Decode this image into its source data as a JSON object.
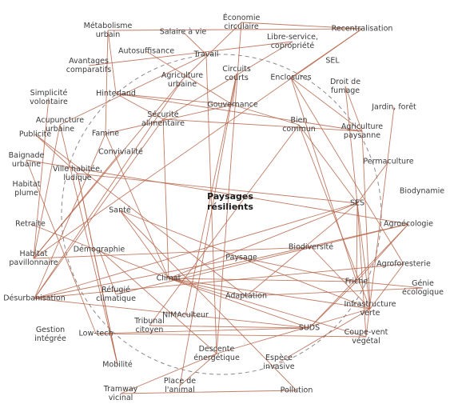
{
  "diagram": {
    "title": "Paysages\nrésilients",
    "colors": {
      "edge": "#b5654a",
      "circle": "#8a8a8a",
      "text": "#3a3a3a"
    },
    "nodes": [
      {
        "id": "economie-circulaire",
        "label": "Économie\ncirculaire"
      },
      {
        "id": "metabolisme-urbain",
        "label": "Métabolisme\nurbain"
      },
      {
        "id": "salaire-a-vie",
        "label": "Salaire à vie"
      },
      {
        "id": "recentralisation",
        "label": "Recentralisation"
      },
      {
        "id": "libre-service",
        "label": "Libre-service,\ncopropriété"
      },
      {
        "id": "autosuffisance",
        "label": "Autosuffisance"
      },
      {
        "id": "travail",
        "label": "Travail"
      },
      {
        "id": "avantages-comparatifs",
        "label": "Avantages\ncomparatifs"
      },
      {
        "id": "sel",
        "label": "SEL"
      },
      {
        "id": "agriculture-urbaine",
        "label": "Agriculture\nurbaine"
      },
      {
        "id": "circuits-courts",
        "label": "Circuits\ncourts"
      },
      {
        "id": "enclosures",
        "label": "Enclosures"
      },
      {
        "id": "droit-de-fumage",
        "label": "Droit de\nfumage"
      },
      {
        "id": "simplicite-volontaire",
        "label": "Simplicité\nvolontaire"
      },
      {
        "id": "hinterland",
        "label": "Hinterland"
      },
      {
        "id": "gouvernance",
        "label": "Gouvernance"
      },
      {
        "id": "jardin-foret",
        "label": "Jardin, forêt"
      },
      {
        "id": "acupuncture-urbaine",
        "label": "Acupuncture\nurbaine"
      },
      {
        "id": "securite-alimentaire",
        "label": "Sécurité\nalimentaire"
      },
      {
        "id": "bien-commun",
        "label": "Bien\ncommun"
      },
      {
        "id": "publicite",
        "label": "Publicité"
      },
      {
        "id": "famine",
        "label": "Famine"
      },
      {
        "id": "agriculture-paysanne",
        "label": "Agriculture\npaysanne"
      },
      {
        "id": "convivialite",
        "label": "Convivialité"
      },
      {
        "id": "baignade-urbaine",
        "label": "Baignade\nurbaine"
      },
      {
        "id": "permaculture",
        "label": "Permaculture"
      },
      {
        "id": "ville-habitee",
        "label": "Ville habitée,\nludique"
      },
      {
        "id": "habitat-plume",
        "label": "Habitat\nplume"
      },
      {
        "id": "biodynamie",
        "label": "Biodynamie"
      },
      {
        "id": "ses",
        "label": "SES"
      },
      {
        "id": "sante",
        "label": "Santé"
      },
      {
        "id": "retraite",
        "label": "Retraite"
      },
      {
        "id": "agroecologie",
        "label": "Agroécologie"
      },
      {
        "id": "demographie",
        "label": "Démographie"
      },
      {
        "id": "biodiversite",
        "label": "Biodiversité"
      },
      {
        "id": "habitat-pavillonnaire",
        "label": "Habitat\npavillonnaire"
      },
      {
        "id": "paysage",
        "label": "Paysage"
      },
      {
        "id": "agroforesterie",
        "label": "Agroforesterie"
      },
      {
        "id": "climat",
        "label": "Climat"
      },
      {
        "id": "friche",
        "label": "Friche"
      },
      {
        "id": "genie-ecologique",
        "label": "Génie\nécologique"
      },
      {
        "id": "refugie-climatique",
        "label": "Réfugié\nclimatique"
      },
      {
        "id": "desurbanisation",
        "label": "Désurbanisation"
      },
      {
        "id": "adaptation",
        "label": "Adaptation"
      },
      {
        "id": "infrastructure-verte",
        "label": "Infrastructure\nverte"
      },
      {
        "id": "nimaculteur",
        "label": "NIMAculteur"
      },
      {
        "id": "gestion-integree",
        "label": "Gestion\nintégrée"
      },
      {
        "id": "tribunal-citoyen",
        "label": "Tribunal\ncitoyen"
      },
      {
        "id": "suds",
        "label": "SUDS"
      },
      {
        "id": "low-tech",
        "label": "Low-tech"
      },
      {
        "id": "coupe-vent",
        "label": "Coupe-vent\nvégétal"
      },
      {
        "id": "descente-energetique",
        "label": "Descente\nénergétique"
      },
      {
        "id": "espece-invasive",
        "label": "Espèce\ninvasive"
      },
      {
        "id": "mobilite",
        "label": "Mobilité"
      },
      {
        "id": "place-animal",
        "label": "Place de\nl'animal"
      },
      {
        "id": "tramway-vicinal",
        "label": "Tramway\nvicinal"
      },
      {
        "id": "pollution",
        "label": "Pollution"
      }
    ],
    "edges": [
      [
        "metabolisme-urbain",
        "recentralisation"
      ],
      [
        "economie-circulaire",
        "recentralisation"
      ],
      [
        "salaire-a-vie",
        "travail"
      ],
      [
        "metabolisme-urbain",
        "hinterland"
      ],
      [
        "metabolisme-urbain",
        "famine"
      ],
      [
        "avantages-comparatifs",
        "libre-service"
      ],
      [
        "autosuffisance",
        "gouvernance"
      ],
      [
        "travail",
        "acupuncture-urbaine"
      ],
      [
        "travail",
        "descente-energetique"
      ],
      [
        "economie-circulaire",
        "agriculture-urbaine"
      ],
      [
        "economie-circulaire",
        "descente-energetique"
      ],
      [
        "circuits-courts",
        "gouvernance"
      ],
      [
        "circuits-courts",
        "place-animal"
      ],
      [
        "recentralisation",
        "enclosures"
      ],
      [
        "recentralisation",
        "habitat-pavillonnaire"
      ],
      [
        "libre-service",
        "securite-alimentaire"
      ],
      [
        "enclosures",
        "friche"
      ],
      [
        "enclosures",
        "agroforesterie"
      ],
      [
        "enclosures",
        "agriculture-paysanne"
      ],
      [
        "droit-de-fumage",
        "ses"
      ],
      [
        "droit-de-fumage",
        "agriculture-paysanne"
      ],
      [
        "hinterland",
        "gouvernance"
      ],
      [
        "hinterland",
        "securite-alimentaire"
      ],
      [
        "hinterland",
        "agriculture-paysanne"
      ],
      [
        "agriculture-urbaine",
        "habitat-pavillonnaire"
      ],
      [
        "agriculture-urbaine",
        "desurbanisation"
      ],
      [
        "gouvernance",
        "bien-commun"
      ],
      [
        "gouvernance",
        "famine"
      ],
      [
        "securite-alimentaire",
        "desurbanisation"
      ],
      [
        "securite-alimentaire",
        "climat"
      ],
      [
        "securite-alimentaire",
        "agriculture-paysanne"
      ],
      [
        "bien-commun",
        "ses"
      ],
      [
        "bien-commun",
        "infrastructure-verte"
      ],
      [
        "bien-commun",
        "tribunal-citoyen"
      ],
      [
        "simplicite-volontaire",
        "habitat-pavillonnaire"
      ],
      [
        "acupuncture-urbaine",
        "mobilite"
      ],
      [
        "acupuncture-urbaine",
        "habitat-pavillonnaire"
      ],
      [
        "publicite",
        "ville-habitee"
      ],
      [
        "publicite",
        "adaptation"
      ],
      [
        "famine",
        "desurbanisation"
      ],
      [
        "famine",
        "climat"
      ],
      [
        "convivialite",
        "habitat-pavillonnaire"
      ],
      [
        "baignade-urbaine",
        "low-tech"
      ],
      [
        "baignade-urbaine",
        "agroecologie"
      ],
      [
        "ville-habitee",
        "mobilite"
      ],
      [
        "ville-habitee",
        "ses"
      ],
      [
        "sante",
        "climat"
      ],
      [
        "sante",
        "infrastructure-verte"
      ],
      [
        "sante",
        "pollution"
      ],
      [
        "retraite",
        "climat"
      ],
      [
        "demographie",
        "refugie-climatique"
      ],
      [
        "demographie",
        "descente-energetique"
      ],
      [
        "desurbanisation",
        "agroforesterie"
      ],
      [
        "desurbanisation",
        "paysage"
      ],
      [
        "desurbanisation",
        "ses"
      ],
      [
        "habitat-pavillonnaire",
        "biodiversite"
      ],
      [
        "climat",
        "adaptation"
      ],
      [
        "climat",
        "friche"
      ],
      [
        "climat",
        "ses"
      ],
      [
        "climat",
        "suds"
      ],
      [
        "climat",
        "coupe-vent"
      ],
      [
        "climat",
        "agroecologie"
      ],
      [
        "climat",
        "infrastructure-verte"
      ],
      [
        "adaptation",
        "genie-ecologique"
      ],
      [
        "adaptation",
        "ses"
      ],
      [
        "refugie-climatique",
        "agroecologie"
      ],
      [
        "ses",
        "friche"
      ],
      [
        "ses",
        "coupe-vent"
      ],
      [
        "ses",
        "infrastructure-verte"
      ],
      [
        "agroecologie",
        "friche"
      ],
      [
        "agroecologie",
        "suds"
      ],
      [
        "agroforesterie",
        "infrastructure-verte"
      ],
      [
        "biodiversite",
        "infrastructure-verte"
      ],
      [
        "paysage",
        "friche"
      ],
      [
        "friche",
        "suds"
      ],
      [
        "friche",
        "genie-ecologique"
      ],
      [
        "permaculture",
        "ses"
      ],
      [
        "jardin-foret",
        "coupe-vent"
      ],
      [
        "tribunal-citoyen",
        "suds"
      ],
      [
        "low-tech",
        "coupe-vent"
      ],
      [
        "low-tech",
        "suds"
      ],
      [
        "descente-energetique",
        "infrastructure-verte"
      ],
      [
        "descente-energetique",
        "place-animal"
      ],
      [
        "descente-energetique",
        "tramway-vicinal"
      ],
      [
        "espece-invasive",
        "infrastructure-verte"
      ],
      [
        "mobilite",
        "ville-habitee"
      ],
      [
        "nimaculteur",
        "circuits-courts"
      ],
      [
        "tramway-vicinal",
        "pollution"
      ],
      [
        "agriculture-paysanne",
        "infrastructure-verte"
      ],
      [
        "desurbanisation",
        "suds"
      ]
    ]
  }
}
